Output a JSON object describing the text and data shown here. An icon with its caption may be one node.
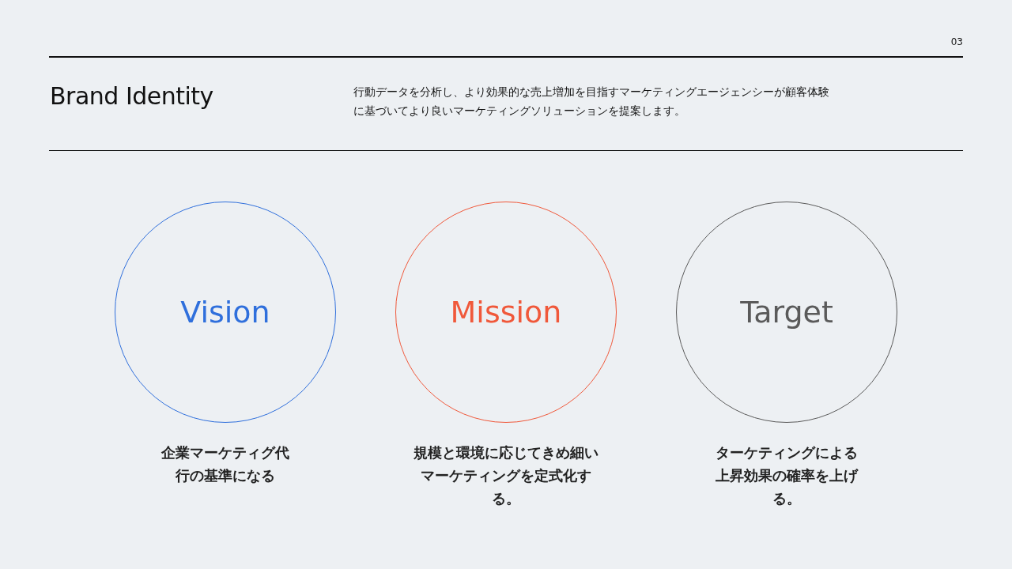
{
  "diagram": {
    "title": "Brand Identity",
    "nodes": [
      {
        "text": [
          "Vision"
        ],
        "beside": [
          "企業マーケティグ代行の基準になる"
        ]
      },
      {
        "text": [
          "Mission"
        ],
        "beside": [
          "規模と環境に応じてきめ細いマーケティングを定式化する。"
        ]
      },
      {
        "text": [
          "Target"
        ],
        "beside": [
          "ターケティングによる上昇効果の確率を上げる。"
        ]
      }
    ],
    "edges": [],
    "labels": [
      "03",
      "行動データを分析し、より効果的な売上増加を目指すマーケティングエージェンシーが顧客体験に基づいてより良いマーケティングソリューションを提案します。"
    ]
  }
}
